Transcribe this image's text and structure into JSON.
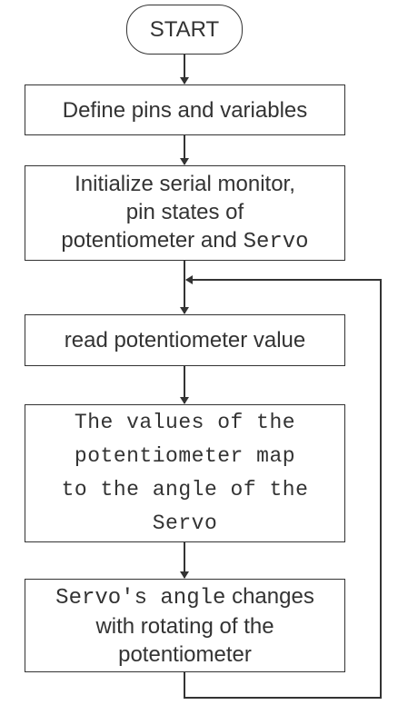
{
  "flowchart": {
    "start": "START",
    "define": "Define pins and variables",
    "initialize": {
      "line1": "Initialize serial monitor,",
      "line2": "pin states of",
      "line3": "potentiometer and ",
      "line3_code": "Servo"
    },
    "read": "read potentiometer value",
    "map": {
      "line1": "The values of the",
      "line2": "potentiometer map",
      "line3": "to the angle of the",
      "line4": "Servo"
    },
    "angle": {
      "line1_code": "Servo's angle",
      "line1": " changes",
      "line2": "with rotating of the",
      "line3": "potentiometer"
    }
  }
}
